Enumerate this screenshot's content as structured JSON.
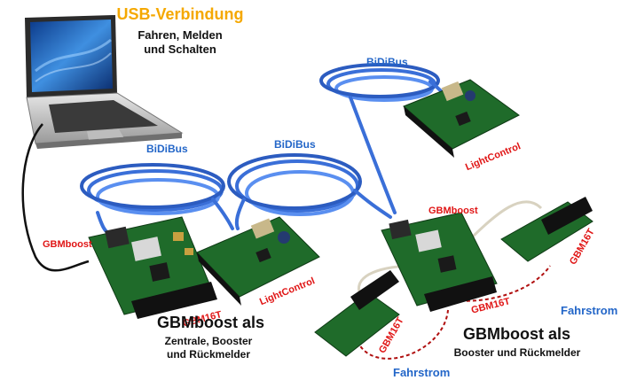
{
  "usb": {
    "title": "USB-Verbindung",
    "line1": "Fahren, Melden",
    "line2": "und Schalten"
  },
  "bus_labels": [
    "BiDiBus",
    "BiDiBus",
    "BiDiBus"
  ],
  "boards": {
    "gbmboost_left": "GBMboost",
    "gbmboost_right": "GBMboost",
    "lightcontrol_mid": "LightControl",
    "lightcontrol_top": "LightControl",
    "gbm16t_left": "GBM16T",
    "gbm16t_right_center": "GBM16T",
    "gbm16t_right_top": "GBM16T",
    "gbm16t_right_bottom": "GBM16T"
  },
  "captions": {
    "left": {
      "title": "GBMboost als",
      "line1": "Zentrale, Booster",
      "line2": "und Rückmelder"
    },
    "right": {
      "title": "GBMboost als",
      "line1": "Booster und Rückmelder"
    }
  },
  "fahrstrom": [
    "Fahrstrom",
    "Fahrstrom"
  ],
  "colors": {
    "usb_title": "#f5a800",
    "bus": "#2366c8",
    "board_label": "#e01515",
    "pcb": "#1f6b2a",
    "cable": "#3a6fd8"
  }
}
